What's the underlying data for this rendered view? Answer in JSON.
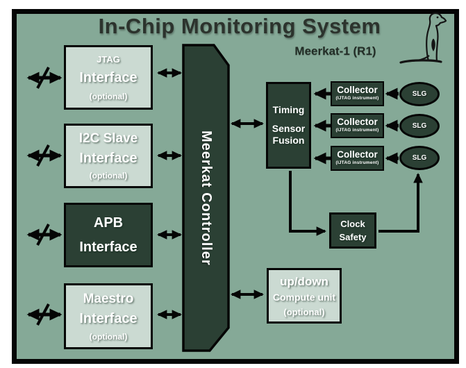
{
  "title": "In-Chip Monitoring System",
  "model_label": "Meerkat-1 (R1)",
  "colors": {
    "background": "#85a997",
    "light_block": "#cbdad2",
    "dark_block": "#2b4034",
    "outline": "#050505",
    "title_text": "#2c332d",
    "block_text": "#ffffff"
  },
  "interfaces": [
    {
      "name": "JTAG",
      "type": "Interface",
      "note": "(optional)"
    },
    {
      "name": "I2C Slave",
      "type": "Interface",
      "note": "(optional)"
    },
    {
      "name": "APB",
      "type": "Interface",
      "note": ""
    },
    {
      "name": "Maestro",
      "type": "Interface",
      "note": "(optional)"
    }
  ],
  "controller": {
    "label": "Meerkat Controller"
  },
  "fusion": {
    "line1": "Timing",
    "line2": "Sensor",
    "line3": "Fusion"
  },
  "collectors": [
    {
      "label": "Collector",
      "sub": "(IJTAG instrument)"
    },
    {
      "label": "Collector",
      "sub": "(IJTAG instrument)"
    },
    {
      "label": "Collector",
      "sub": "(IJTAG instrument)"
    }
  ],
  "slgs": [
    {
      "label": "SLG"
    },
    {
      "label": "SLG"
    },
    {
      "label": "SLG"
    }
  ],
  "clock_safety": {
    "line1": "Clock",
    "line2": "Safety"
  },
  "compute_unit": {
    "line1": "up/down",
    "line2": "Compute unit",
    "note": "(optional)"
  }
}
